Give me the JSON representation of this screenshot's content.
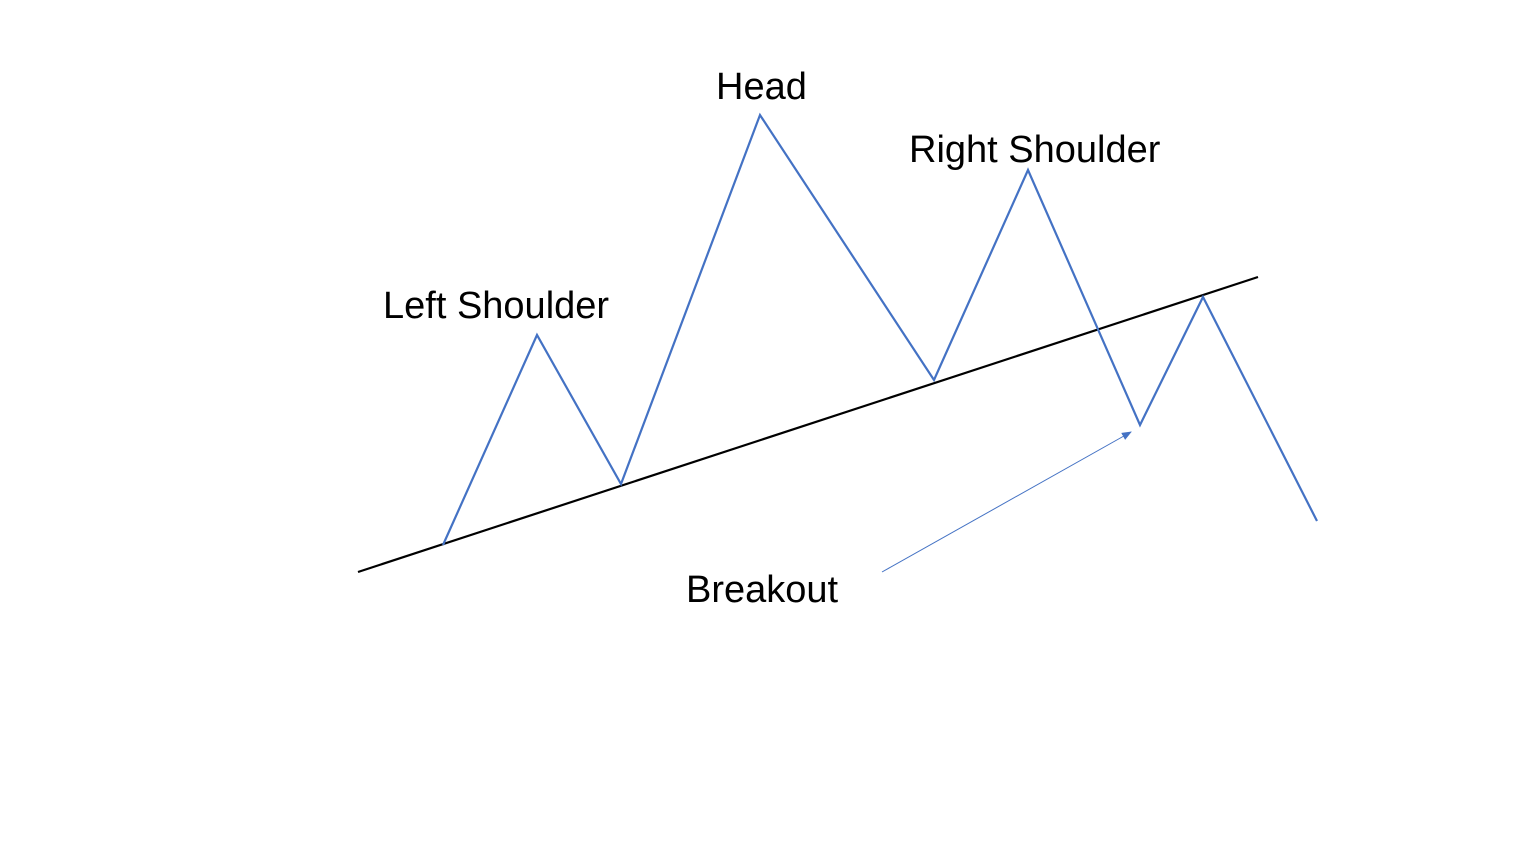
{
  "labels": {
    "head": "Head",
    "left_shoulder": "Left Shoulder",
    "right_shoulder": "Right Shoulder",
    "breakout": "Breakout"
  },
  "colors": {
    "price_line": "#4472c4",
    "neckline": "#000000",
    "text": "#000000",
    "background": "#ffffff"
  }
}
